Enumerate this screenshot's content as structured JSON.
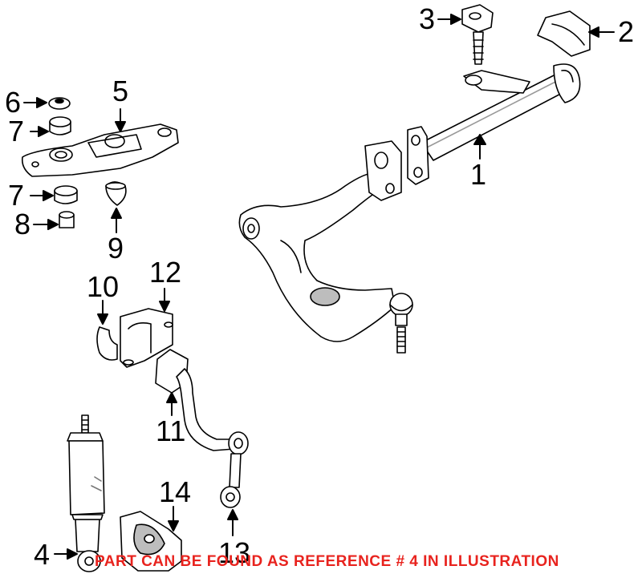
{
  "callouts": {
    "c1": "1",
    "c2": "2",
    "c3": "3",
    "c4": "4",
    "c5": "5",
    "c6": "6",
    "c7a": "7",
    "c7b": "7",
    "c8": "8",
    "c9": "9",
    "c10": "10",
    "c11": "11",
    "c12": "12",
    "c13": "13",
    "c14": "14"
  },
  "note": {
    "text": "PART CAN BE FOUND AS REFERENCE # 4 IN ILLUSTRATION",
    "color": "#e8231e"
  },
  "colors": {
    "line": "#000000",
    "part_fill": "#ffffff",
    "shade": "#bdbdbd"
  }
}
